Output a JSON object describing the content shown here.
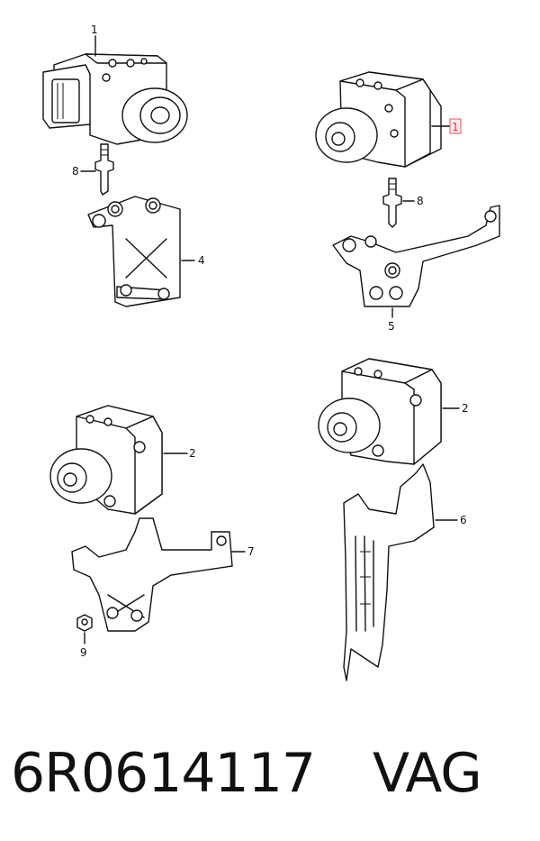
{
  "callouts": {
    "g1_unit": "1",
    "g1_bolt": "8",
    "g1_bracket": "4",
    "g2_unit": "1",
    "g2_bolt": "8",
    "g2_bracket": "5",
    "g3_unit": "2",
    "g3_bracket": "7",
    "g3_nut": "9",
    "g4_unit": "2",
    "g4_bracket": "6"
  },
  "caption": {
    "part_number": "6R0614117",
    "brand": "VAG"
  },
  "colors": {
    "line": "#111111",
    "highlight_fill": "#fde9ea",
    "highlight_stroke": "#e05a64"
  }
}
